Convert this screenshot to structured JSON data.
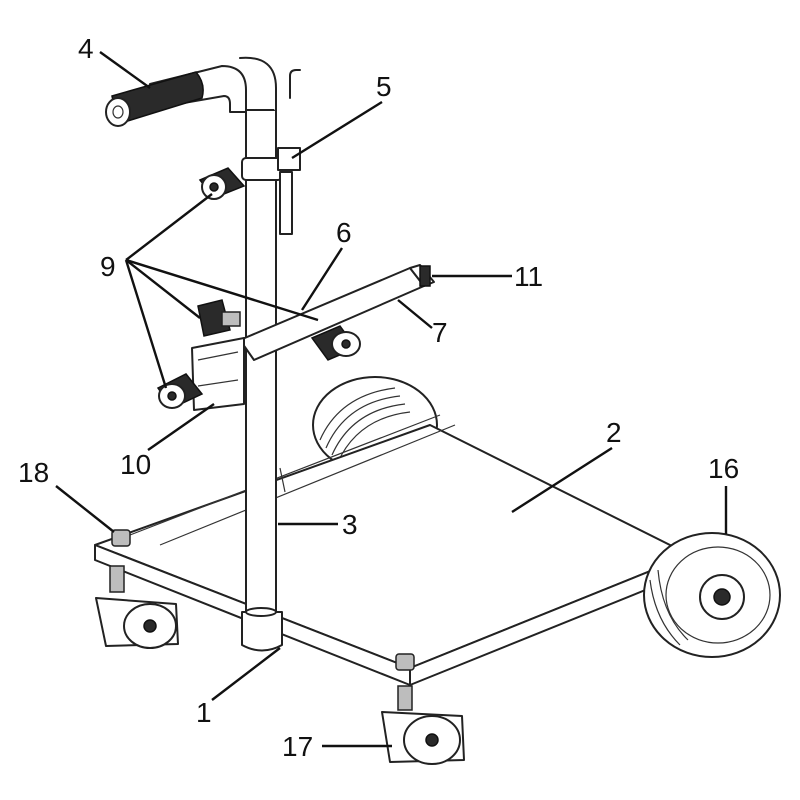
{
  "callouts": [
    {
      "id": "1",
      "text": "1"
    },
    {
      "id": "2",
      "text": "2"
    },
    {
      "id": "3",
      "text": "3"
    },
    {
      "id": "4",
      "text": "4"
    },
    {
      "id": "5",
      "text": "5"
    },
    {
      "id": "6",
      "text": "6"
    },
    {
      "id": "7",
      "text": "7"
    },
    {
      "id": "9",
      "text": "9"
    },
    {
      "id": "10",
      "text": "10"
    },
    {
      "id": "11",
      "text": "11"
    },
    {
      "id": "16",
      "text": "16"
    },
    {
      "id": "17",
      "text": "17"
    },
    {
      "id": "18",
      "text": "18"
    }
  ]
}
